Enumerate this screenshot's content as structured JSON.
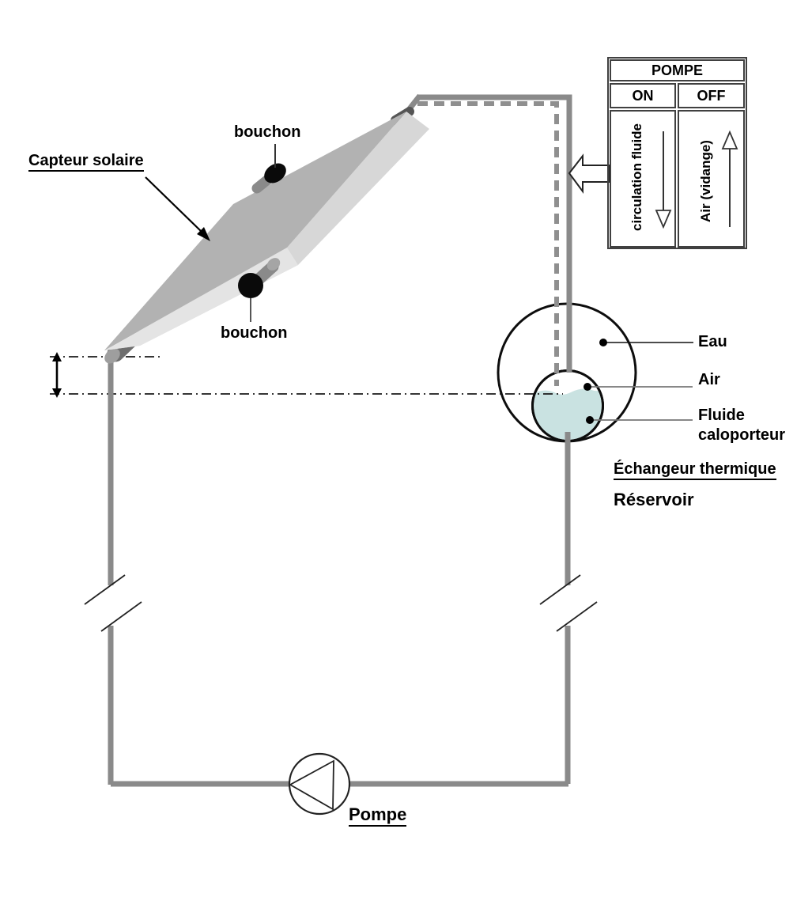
{
  "diagram": {
    "collector": {
      "label": "Capteur solaire",
      "plug_top_label": "bouchon",
      "plug_bottom_label": "bouchon"
    },
    "pump_table": {
      "title": "POMPE",
      "col_on": "ON",
      "col_off": "OFF",
      "on_flow_label": "circulation fluide",
      "off_flow_label": "Air (vidange)"
    },
    "reservoir": {
      "water_label": "Eau",
      "air_label": "Air",
      "fluid_label_line1": "Fluide",
      "fluid_label_line2": "caloporteur",
      "exchanger_label": "Échangeur thermique",
      "tank_label": "Réservoir"
    },
    "pump": {
      "label": "Pompe"
    },
    "colors": {
      "pipe": "#8a8a8a",
      "fluid": "#c9e2e1",
      "collector_dark": "#b2b2b2",
      "collector_light": "#d7d7d7",
      "collector_edge": "#e4e4e4",
      "table_border": "#404040"
    }
  }
}
